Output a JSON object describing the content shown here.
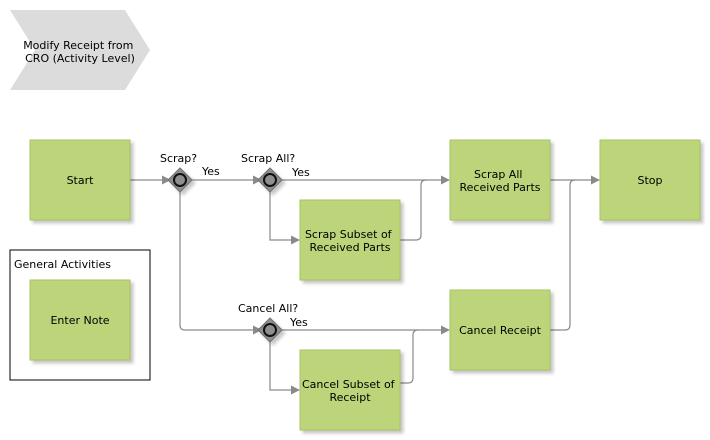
{
  "process_title": [
    "Modify Receipt from",
    "CRO (Activity Level)"
  ],
  "activities": {
    "start": [
      "Start"
    ],
    "scrap_all": [
      "Scrap All",
      "Received Parts"
    ],
    "stop": [
      "Stop"
    ],
    "scrap_subset": [
      "Scrap Subset of",
      "Received Parts"
    ],
    "cancel_receipt": [
      "Cancel Receipt"
    ],
    "cancel_subset": [
      "Cancel Subset of",
      "Receipt"
    ],
    "enter_note": [
      "Enter Note"
    ]
  },
  "gateways": {
    "scrap": "Scrap?",
    "scrap_all": "Scrap All?",
    "cancel_all": "Cancel All?"
  },
  "flow_labels": {
    "scrap_yes": "Yes",
    "scrap_all_yes": "Yes",
    "cancel_all_yes": "Yes"
  },
  "group": {
    "title": "General Activities"
  }
}
